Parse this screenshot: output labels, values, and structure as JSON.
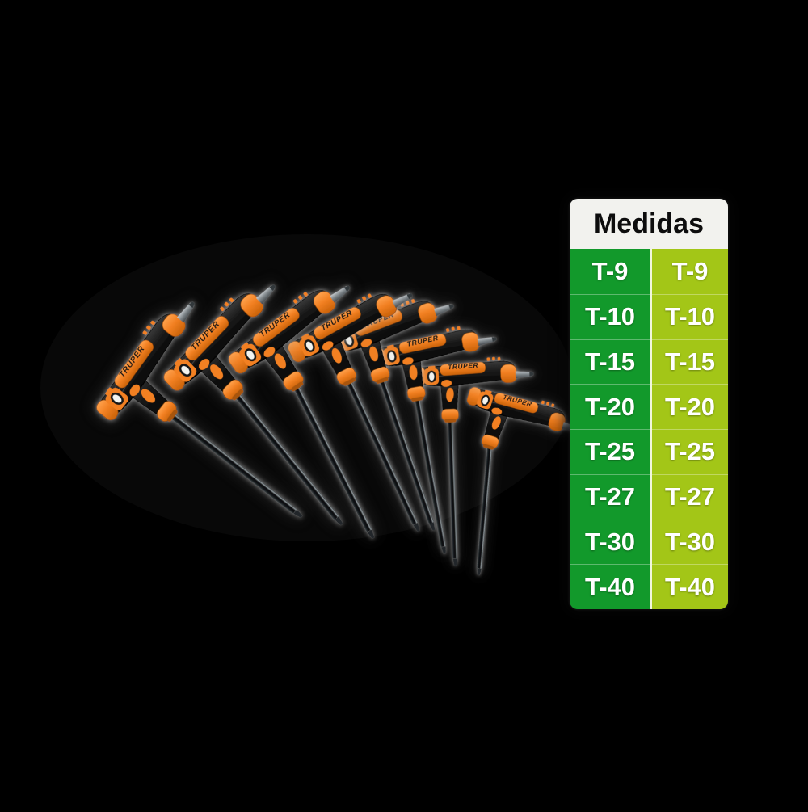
{
  "background_color": "#000000",
  "product": {
    "description": "Juego de 8 llaves torx tipo T",
    "brand_label": "TRUPER",
    "tool_count": 8
  },
  "size_table": {
    "title": "Medidas",
    "header_bg": "#F2F2EE",
    "header_text_color": "#0D0D0D",
    "divider_color": "#FFFFFF",
    "columns": [
      {
        "name": "left",
        "color": "#12992B",
        "sizes": [
          "T-9",
          "T-10",
          "T-15",
          "T-20",
          "T-25",
          "T-27",
          "T-30",
          "T-40"
        ]
      },
      {
        "name": "right",
        "color": "#A3C617",
        "sizes": [
          "T-9",
          "T-10",
          "T-15",
          "T-20",
          "T-25",
          "T-27",
          "T-30",
          "T-40"
        ]
      }
    ]
  },
  "colors": {
    "accent_orange": "#F28022",
    "handle_black": "#141414",
    "shaft_dark": "#16191B",
    "steel_gray": "#9BA1A5"
  }
}
